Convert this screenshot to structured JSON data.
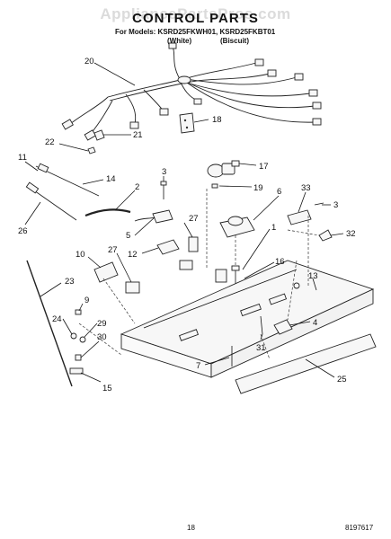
{
  "header": {
    "watermark": "AppliancePartsPros.com",
    "title": "CONTROL PARTS",
    "models_line": "For Models: KSRD25FKWH01, KSRD25FKBT01",
    "color_white": "(White)",
    "color_biscuit": "(Biscuit)"
  },
  "footer": {
    "page_number": "18",
    "doc_number": "8197617"
  },
  "callouts": {
    "c20": "20",
    "c18": "18",
    "c21": "21",
    "c22": "22",
    "c17": "17",
    "c11": "11",
    "c14": "14",
    "c3a": "3",
    "c19": "19",
    "c6": "6",
    "c33": "33",
    "c3b": "3",
    "c2": "2",
    "c27a": "27",
    "c26": "26",
    "c5": "5",
    "c1": "1",
    "c32": "32",
    "c10": "10",
    "c12": "12",
    "c27b": "27",
    "c16": "16",
    "c23": "23",
    "c13": "13",
    "c9": "9",
    "c24": "24",
    "c29": "29",
    "c4": "4",
    "c30": "30",
    "c31": "31",
    "c7": "7",
    "c15": "15",
    "c25": "25"
  }
}
